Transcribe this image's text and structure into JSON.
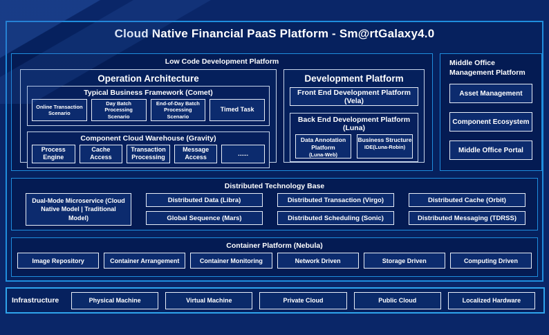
{
  "title": "Cloud Native Financial PaaS Platform - Sm@rtGalaxy4.0",
  "colors": {
    "background": "#0a2668",
    "frame_fill": "#06215e",
    "section_fill": "#041b53",
    "leaf_fill": "#0c2b6e",
    "accent_border": "#1f8ede",
    "infra_border": "#2fa4ec",
    "light_border": "#e8eef8",
    "text": "#ffffff"
  },
  "low_code": {
    "label": "Low Code Development Platform",
    "operation": {
      "title": "Operation Architecture",
      "business_framework": {
        "label": "Typical Business Framework (Comet)",
        "items": [
          "Online Transaction Scenario",
          "Day Batch Processing Scenario",
          "End-of-Day Batch Processing Scenario",
          "Timed Task"
        ]
      },
      "cloud_warehouse": {
        "label": "Component Cloud Warehouse (Gravity)",
        "items": [
          "Process Engine",
          "Cache Access",
          "Transaction Processing",
          "Message Access",
          "......"
        ]
      }
    },
    "development": {
      "title": "Development Platform",
      "front_end": "Front End Development Platform (Vela)",
      "back_end": {
        "label": "Back End Development Platform (Luna)",
        "items": [
          {
            "main": "Data Annotation Platform",
            "sub": "(Luna-Web)"
          },
          {
            "main": "Business Structure",
            "sub": "IDE(Luna-Robin)"
          }
        ]
      }
    }
  },
  "middle_office": {
    "label": "Middle Office Management Platform",
    "items": [
      "Asset Management",
      "Component Ecosystem",
      "Middle Office Portal"
    ]
  },
  "distributed": {
    "label": "Distributed Technology Base",
    "dual_mode": "Dual-Mode Microservice (Cloud Native Model | Traditional Model)",
    "row1": [
      "Distributed Data (Libra)",
      "Distributed Transaction (Virgo)",
      "Distributed Cache (Orbit)"
    ],
    "row2": [
      "Global Sequence (Mars)",
      "Distributed Scheduling (Sonic)",
      "Distributed Messaging (TDRSS)"
    ]
  },
  "container_platform": {
    "label": "Container Platform (Nebula)",
    "items": [
      "Image Repository",
      "Container Arrangement",
      "Container Monitoring",
      "Network Driven",
      "Storage Driven",
      "Computing Driven"
    ]
  },
  "infrastructure": {
    "label": "Infrastructure",
    "items": [
      "Physical Machine",
      "Virtual Machine",
      "Private Cloud",
      "Public Cloud",
      "Localized Hardware"
    ]
  }
}
